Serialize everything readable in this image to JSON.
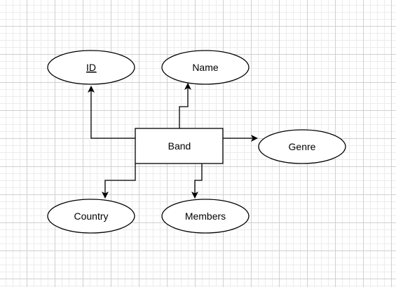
{
  "entity": {
    "label": "Band"
  },
  "attributes": [
    {
      "id": "id",
      "label": "ID",
      "key": true
    },
    {
      "id": "name",
      "label": "Name",
      "key": false
    },
    {
      "id": "genre",
      "label": "Genre",
      "key": false
    },
    {
      "id": "country",
      "label": "Country",
      "key": false
    },
    {
      "id": "members",
      "label": "Members",
      "key": false
    }
  ],
  "colors": {
    "stroke": "#000000",
    "fill": "#ffffff",
    "grid": "#d0d0d0"
  }
}
